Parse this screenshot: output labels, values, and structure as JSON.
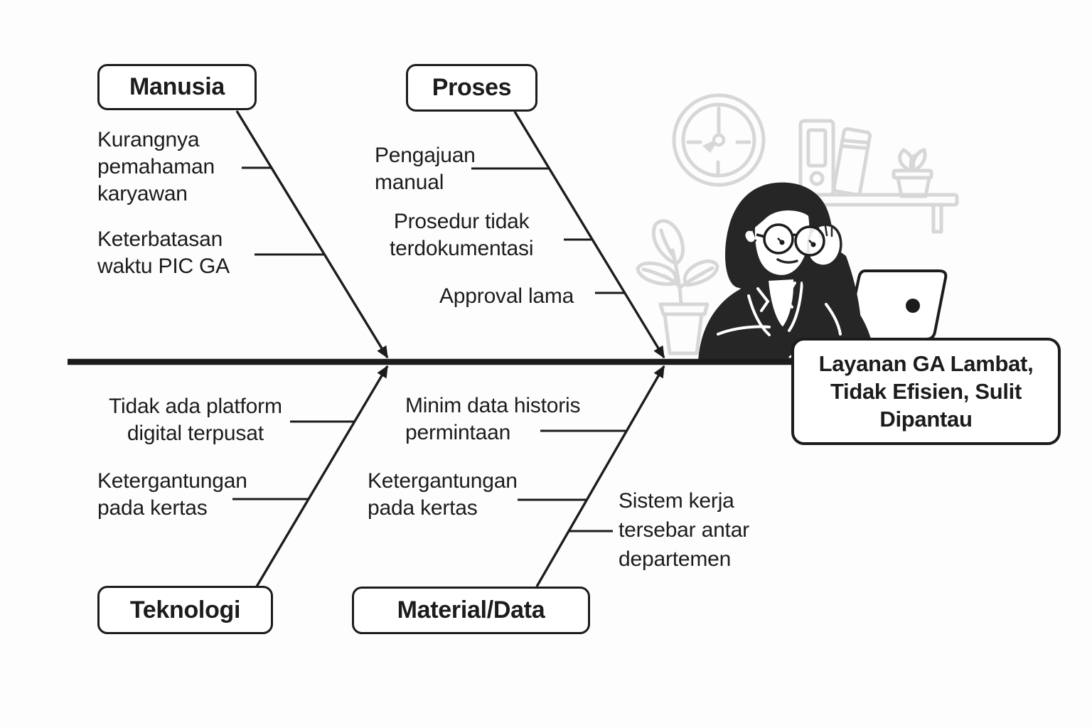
{
  "diagram": {
    "type": "fishbone-ishikawa",
    "effect": {
      "label": "Layanan GA Lambat,\nTidak Efisien, Sulit\nDipantau"
    },
    "categories": [
      {
        "label": "Manusia",
        "position": "top-left",
        "causes": [
          {
            "text": "Kurangnya\npemahaman\nkaryawan"
          },
          {
            "text": "Keterbatasan\nwaktu PIC GA"
          }
        ]
      },
      {
        "label": "Proses",
        "position": "top-center",
        "causes": [
          {
            "text": "Pengajuan\nmanual"
          },
          {
            "text": "Prosedur tidak\nterdokumentasi"
          },
          {
            "text": "Approval lama"
          }
        ]
      },
      {
        "label": "Teknologi",
        "position": "bottom-left",
        "causes": [
          {
            "text": "Tidak ada platform\ndigital terpusat"
          },
          {
            "text": "Ketergantungan\npada kertas"
          }
        ]
      },
      {
        "label": "Material/Data",
        "position": "bottom-center",
        "causes": [
          {
            "text": "Minim data historis\npermintaan"
          },
          {
            "text": "Ketergantungan\npada kertas"
          },
          {
            "text": "Sistem kerja\ntersebar antar\ndepartemen"
          }
        ]
      }
    ],
    "colors": {
      "ink": "#1c1c1c",
      "illustration": "#d7d7d7",
      "figure": "#262626",
      "background": "#fdfdfd"
    },
    "illustration_items": [
      "wall-clock-icon",
      "shelf-icon",
      "binder-icon",
      "book-icon",
      "small-potted-plant-icon",
      "potted-plant-icon",
      "woman-at-laptop-illustration",
      "laptop-icon"
    ]
  }
}
